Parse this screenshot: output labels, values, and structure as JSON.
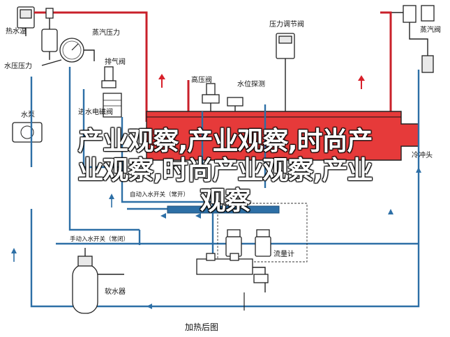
{
  "labels": {
    "temp_gauge": "热水温",
    "steam_pressure": "蒸汽压力",
    "water_pressure": "水压压力",
    "exhaust_valve": "排气阀",
    "pressure_regulator": "压力调节阀",
    "steam": "蒸汽阀",
    "high_pressure_valve": "高压阀",
    "water_level_probe": "水位探测",
    "water_pump": "水泵",
    "inlet_solenoid": "进水电磁阀",
    "auto_inlet_switch": "自动入水开关（常开）",
    "manual_inlet_switch": "手动入水开关（常闭）",
    "cooling_head": "冷冲头",
    "flow_meter": "流量计",
    "softener": "软水器",
    "title": "加热后图"
  },
  "watermark": {
    "line1": "产业观察,产业观察,时尚产",
    "line2": "业观察,时尚产业观察,产业",
    "line3": "观察"
  },
  "colors": {
    "hot_pipe": "#c9202a",
    "cold_pipe": "#2d6fa6",
    "hot_fill": "#e63a3a"
  }
}
